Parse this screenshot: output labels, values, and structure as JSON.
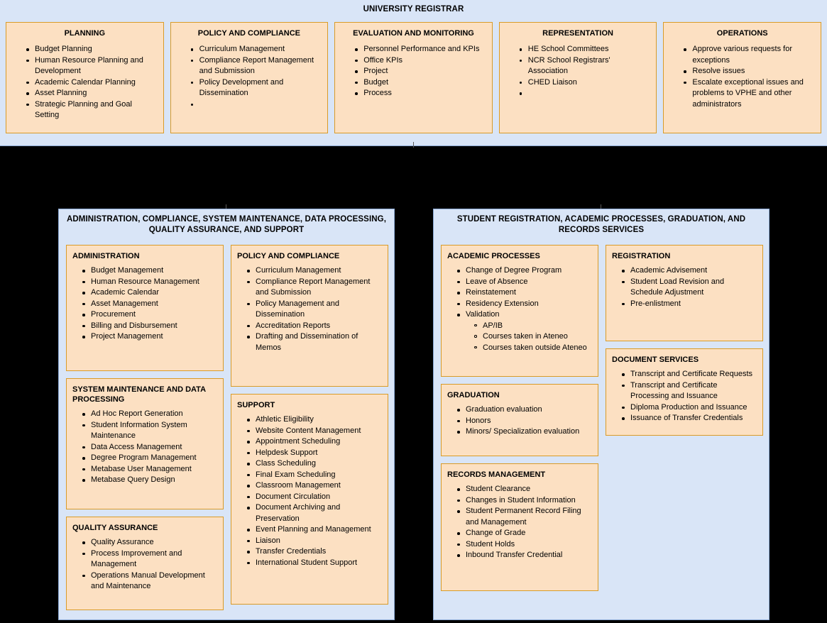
{
  "top": {
    "title": "UNIVERSITY REGISTRAR",
    "cards": [
      {
        "title": "PLANNING",
        "items": [
          {
            "text": "Budget Planning"
          },
          {
            "text": "Human Resource Planning and Development"
          },
          {
            "text": "Academic Calendar Planning"
          },
          {
            "text": "Asset Planning"
          },
          {
            "text": "Strategic Planning and Goal Setting"
          }
        ]
      },
      {
        "title": "POLICY AND COMPLIANCE",
        "items": [
          {
            "text": "Curriculum Management"
          },
          {
            "text": "Compliance Report Management and Submission"
          },
          {
            "text": "Policy Development and Dissemination"
          },
          {
            "text": ""
          }
        ]
      },
      {
        "title": "EVALUATION AND MONITORING",
        "items": [
          {
            "text": "Personnel Performance and KPIs"
          },
          {
            "text": "Office KPIs"
          },
          {
            "text": "Project"
          },
          {
            "text": "Budget"
          },
          {
            "text": "Process"
          }
        ]
      },
      {
        "title": "REPRESENTATION",
        "items": [
          {
            "text": "HE School Committees"
          },
          {
            "text": "NCR School Registrars' Association"
          },
          {
            "text": "CHED Liaison"
          },
          {
            "text": ""
          }
        ]
      },
      {
        "title": "OPERATIONS",
        "items": [
          {
            "text": "Approve various requests for exceptions"
          },
          {
            "text": "Resolve issues"
          },
          {
            "text": "Escalate exceptional issues and problems to VPHE and other administrators"
          }
        ]
      }
    ]
  },
  "left_panel": {
    "title": "ADMINISTRATION, COMPLIANCE, SYSTEM MAINTENANCE, DATA PROCESSING, QUALITY ASSURANCE, AND SUPPORT",
    "administration": {
      "title": "ADMINISTRATION",
      "items": [
        {
          "text": "Budget Management"
        },
        {
          "text": "Human Resource Management"
        },
        {
          "text": "Academic Calendar"
        },
        {
          "text": "Asset Management"
        },
        {
          "text": "Procurement"
        },
        {
          "text": "Billing and Disbursement"
        },
        {
          "text": "Project Management"
        }
      ]
    },
    "system_maintenance": {
      "title": "SYSTEM MAINTENANCE AND DATA PROCESSING",
      "items": [
        {
          "text": "Ad Hoc Report Generation"
        },
        {
          "text": "Student Information System Maintenance"
        },
        {
          "text": "Data Access Management"
        },
        {
          "text": "Degree Program Management"
        },
        {
          "text": "Metabase User Management"
        },
        {
          "text": "Metabase Query Design"
        }
      ]
    },
    "quality_assurance": {
      "title": "QUALITY ASSURANCE",
      "items": [
        {
          "text": "Quality Assurance"
        },
        {
          "text": "Process Improvement and Management"
        },
        {
          "text": "Operations Manual Development and Maintenance"
        }
      ]
    },
    "policy_and_compliance": {
      "title": "POLICY AND COMPLIANCE",
      "items": [
        {
          "text": "Curriculum Management"
        },
        {
          "text": "Compliance Report Management and Submission"
        },
        {
          "text": "Policy Management and Dissemination"
        },
        {
          "text": "Accreditation Reports"
        },
        {
          "text": "Drafting and Dissemination of Memos"
        }
      ]
    },
    "support": {
      "title": "SUPPORT",
      "items": [
        {
          "text": "Athletic Eligibility"
        },
        {
          "text": "Website Content Management"
        },
        {
          "text": "Appointment Scheduling"
        },
        {
          "text": "Helpdesk Support"
        },
        {
          "text": "Class Scheduling"
        },
        {
          "text": "Final Exam Scheduling"
        },
        {
          "text": "Classroom Management"
        },
        {
          "text": "Document Circulation"
        },
        {
          "text": "Document Archiving and Preservation"
        },
        {
          "text": "Event Planning and Management"
        },
        {
          "text": "Liaison"
        },
        {
          "text": "Transfer Credentials"
        },
        {
          "text": "International Student Support"
        }
      ]
    }
  },
  "right_panel": {
    "title": "STUDENT REGISTRATION, ACADEMIC PROCESSES, GRADUATION, AND RECORDS SERVICES",
    "academic_processes": {
      "title": "ACADEMIC PROCESSES",
      "items": [
        {
          "text": "Change of Degree Program"
        },
        {
          "text": "Leave of Absence"
        },
        {
          "text": "Reinstatement"
        },
        {
          "text": "Residency Extension"
        },
        {
          "text": "Validation",
          "subitems": [
            "AP/IB",
            "Courses taken in Ateneo",
            "Courses taken outside Ateneo"
          ]
        }
      ]
    },
    "graduation": {
      "title": "GRADUATION",
      "items": [
        {
          "text": "Graduation evaluation"
        },
        {
          "text": "Honors"
        },
        {
          "text": "Minors/ Specialization evaluation"
        }
      ]
    },
    "records_management": {
      "title": "RECORDS MANAGEMENT",
      "items": [
        {
          "text": "Student Clearance"
        },
        {
          "text": "Changes in Student Information"
        },
        {
          "text": "Student Permanent Record Filing and Management"
        },
        {
          "text": "Change of Grade"
        },
        {
          "text": "Student Holds"
        },
        {
          "text": "Inbound Transfer Credential"
        }
      ]
    },
    "registration": {
      "title": "REGISTRATION",
      "items": [
        {
          "text": "Academic Advisement"
        },
        {
          "text": "Student Load Revision and Schedule Adjustment"
        },
        {
          "text": "Pre-enlistment"
        }
      ]
    },
    "document_services": {
      "title": "DOCUMENT SERVICES",
      "items": [
        {
          "text": "Transcript and Certificate Requests"
        },
        {
          "text": "Transcript and Certificate Processing and Issuance"
        },
        {
          "text": "Diploma Production and Issuance"
        },
        {
          "text": "Issuance of Transfer Credentials"
        }
      ]
    }
  },
  "colors": {
    "panel_fill": "#d9e5f7",
    "panel_border": "#8ba9d4",
    "card_fill": "#fce0c2",
    "card_border": "#d99b28",
    "background": "#000000"
  }
}
